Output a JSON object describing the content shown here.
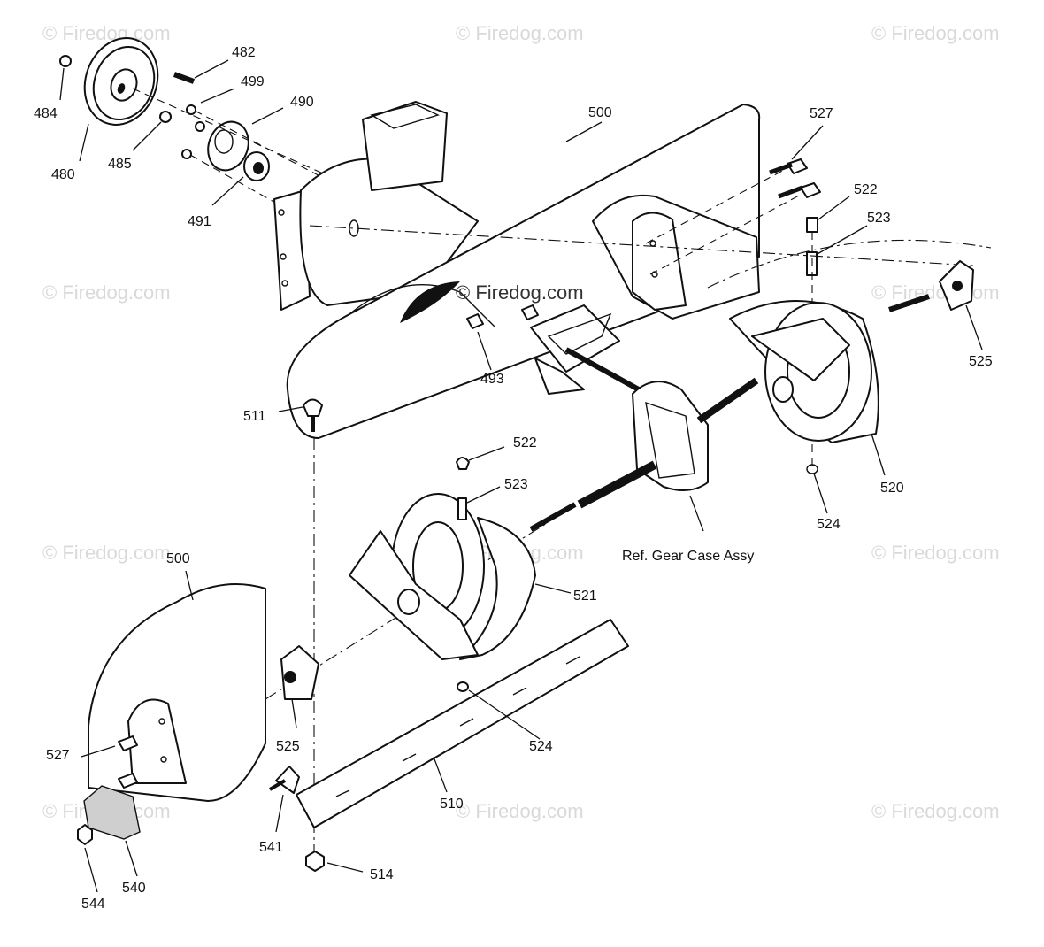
{
  "watermark": "© Firedog.com",
  "reference_note": "Ref. Gear Case Assy",
  "callouts": {
    "c480": "480",
    "c482": "482",
    "c484": "484",
    "c485": "485",
    "c490": "490",
    "c491": "491",
    "c493": "493",
    "c499": "499",
    "c500a": "500",
    "c500b": "500",
    "c510": "510",
    "c511": "511",
    "c514": "514",
    "c520": "520",
    "c521": "521",
    "c522a": "522",
    "c522b": "522",
    "c523a": "523",
    "c523b": "523",
    "c524a": "524",
    "c524b": "524",
    "c525a": "525",
    "c525b": "525",
    "c527a": "527",
    "c527b": "527",
    "c540": "540",
    "c541": "541",
    "c544": "544"
  },
  "icons": {
    "pulley": "pulley-icon",
    "housing": "auger-housing-icon",
    "auger": "auger-icon",
    "gear_case": "gear-case-icon",
    "scraper": "scraper-bar-icon",
    "skid_shoe": "skid-shoe-icon"
  }
}
